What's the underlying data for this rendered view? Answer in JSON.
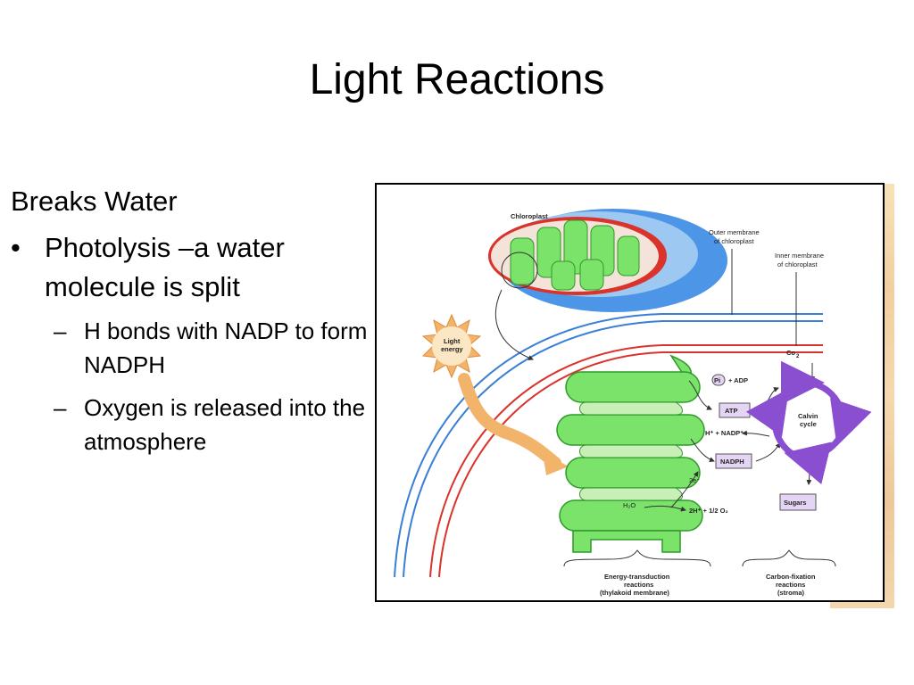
{
  "slide": {
    "title": "Light Reactions",
    "heading": "Breaks Water",
    "bullet": "Photolysis –a water molecule is split",
    "subs": [
      "H bonds with NADP to form NADPH",
      "Oxygen is released into the atmosphere"
    ]
  },
  "figure": {
    "chloroplast": "Chloroplast",
    "outer_membrane": [
      "Outer membrane",
      "of chloroplast"
    ],
    "inner_membrane": [
      "Inner membrane",
      "of chloroplast"
    ],
    "light_energy": [
      "Light",
      "energy"
    ],
    "co2": "Co",
    "pi_adp": "+ ADP",
    "pi": "Pi",
    "atp": "ATP",
    "h_nadp": "H⁺ + NADP⁺",
    "nadph": "NADPH",
    "calvin": [
      "Calvin",
      "cycle"
    ],
    "two_e": "2e⁻",
    "h2o": "H₂O",
    "products": "2H⁺ + 1/2 O₂",
    "sugars": "Sugars",
    "energy_caption": [
      "Energy-transduction",
      "reactions",
      "(thylakoid membrane)"
    ],
    "carbon_caption": [
      "Carbon-fixation",
      "reactions",
      "(stroma)"
    ]
  },
  "colors": {
    "thylakoid": "#7be26a",
    "membrane_blue": "#3a7fd6",
    "membrane_red": "#d9332b",
    "calvin_purple": "#8a4fd1",
    "box_fill": "#e5d5f5",
    "light_orange": "#f2b36b"
  }
}
